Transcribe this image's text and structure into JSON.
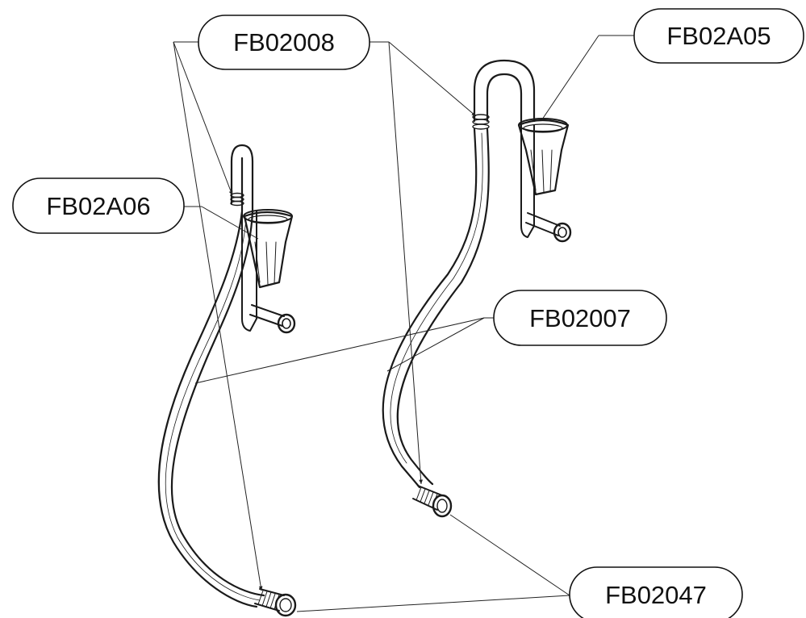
{
  "callouts": {
    "fb02008": "FB02008",
    "fb02a05": "FB02A05",
    "fb02a06": "FB02A06",
    "fb02007": "FB02007",
    "fb02047": "FB02047"
  },
  "colors": {
    "background": "#ffffff",
    "line": "#1a1a1a"
  }
}
